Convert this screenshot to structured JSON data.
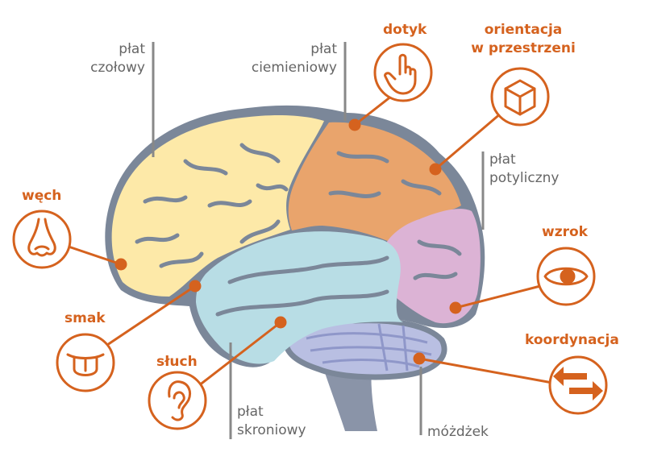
{
  "colors": {
    "accent": "#d5621e",
    "label_gray": "#666666",
    "outline": "#7b8799",
    "frontal": "#fde9a8",
    "parietal": "#e9a46c",
    "occipital": "#dcb3d5",
    "temporal": "#b8dde5",
    "cerebellum": "#b9bfe2",
    "stem": "#8a94a8"
  },
  "lobes": {
    "frontal": [
      "płat",
      "czołowy"
    ],
    "parietal": [
      "płat",
      "ciemieniowy"
    ],
    "occipital": [
      "płat",
      "potyliczny"
    ],
    "temporal": [
      "płat",
      "skroniowy"
    ],
    "cerebellum": "móżdżek"
  },
  "senses": {
    "touch": "dotyk",
    "orientation": [
      "orientacja",
      "w przestrzeni"
    ],
    "smell": "węch",
    "taste": "smak",
    "hearing": "słuch",
    "sight": "wzrok",
    "coordination": "koordynacja"
  },
  "icons": {
    "touch": "pointing-hand-icon",
    "orientation": "cube-icon",
    "smell": "nose-icon",
    "taste": "tongue-icon",
    "hearing": "ear-icon",
    "sight": "eye-icon",
    "coordination": "arrows-icon"
  }
}
